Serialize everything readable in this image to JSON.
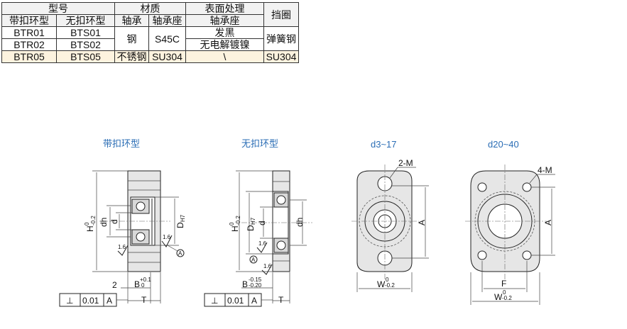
{
  "table": {
    "h_model": "型号",
    "h_material": "材质",
    "h_surface": "表面处理",
    "h_retainer": "挡圈",
    "h_with_ring": "带扣环型",
    "h_without_ring": "无扣环型",
    "h_bearing": "轴承",
    "h_housing": "轴承座",
    "h_surface_housing": "轴承座",
    "rows": [
      {
        "with": "BTR01",
        "without": "BTS01"
      },
      {
        "with": "BTR02",
        "without": "BTS02"
      },
      {
        "with": "BTR05",
        "without": "BTS05",
        "bearing": "不锈钢",
        "housing": "SU304",
        "surface": "\\",
        "retainer": "SU304"
      }
    ],
    "steel_bearing": "钢",
    "s45c": "S45C",
    "surface_black": "发黑",
    "surface_nickel": "无电解镀镍",
    "spring_steel": "弹簧钢"
  },
  "drawing": {
    "cap_with": "带扣环型",
    "cap_without": "无扣环型",
    "cap_d3": "d3~17",
    "cap_d20": "d20~40",
    "label_H": "H",
    "label_H_tol_up": "0",
    "label_H_tol_dn": "-0.2",
    "label_dh": "dh",
    "label_d": "d",
    "label_DH7": "D",
    "label_DH7_sub": "H7",
    "label_roughness": "1.6",
    "label_datum": "A",
    "label_2": "2",
    "label_B": "B",
    "label_B_tol_up": "+0.1",
    "label_B_tol_dn": "0",
    "label_B2_tol_up": "-0.15",
    "label_B2_tol_dn": "-0.20",
    "label_T": "T",
    "tol_perp": "⊥",
    "tol_value": "0.01",
    "tol_datum": "A",
    "label_2M": "2-M",
    "label_4M": "4-M",
    "label_A": "A",
    "label_W": "W",
    "label_W_tol_up": "0",
    "label_W_tol_dn": "-0.2",
    "label_F": "F"
  }
}
